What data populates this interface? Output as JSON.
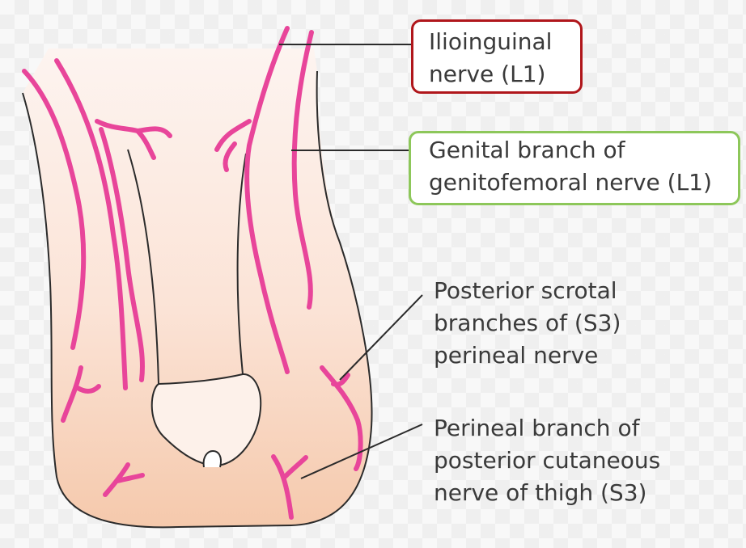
{
  "labels": {
    "ilioinguinal": [
      "Ilioinguinal",
      "nerve (L1)"
    ],
    "genital_branch": [
      "Genital branch of",
      "genitofemoral nerve (L1)"
    ],
    "posterior_scrotal": [
      "Posterior scrotal",
      "branches of (S3)",
      "perineal nerve"
    ],
    "perineal_branch": [
      "Perineal branch of",
      "posterior cutaneous",
      "nerve of thigh (S3)"
    ]
  },
  "colors": {
    "nerve": "#e8459a",
    "outline": "#2b2b2b",
    "skin_top": "#fdf0ea",
    "skin_bottom": "#f6cdb2",
    "highlight_red": "#b0161b",
    "highlight_green": "#8dc75a"
  }
}
